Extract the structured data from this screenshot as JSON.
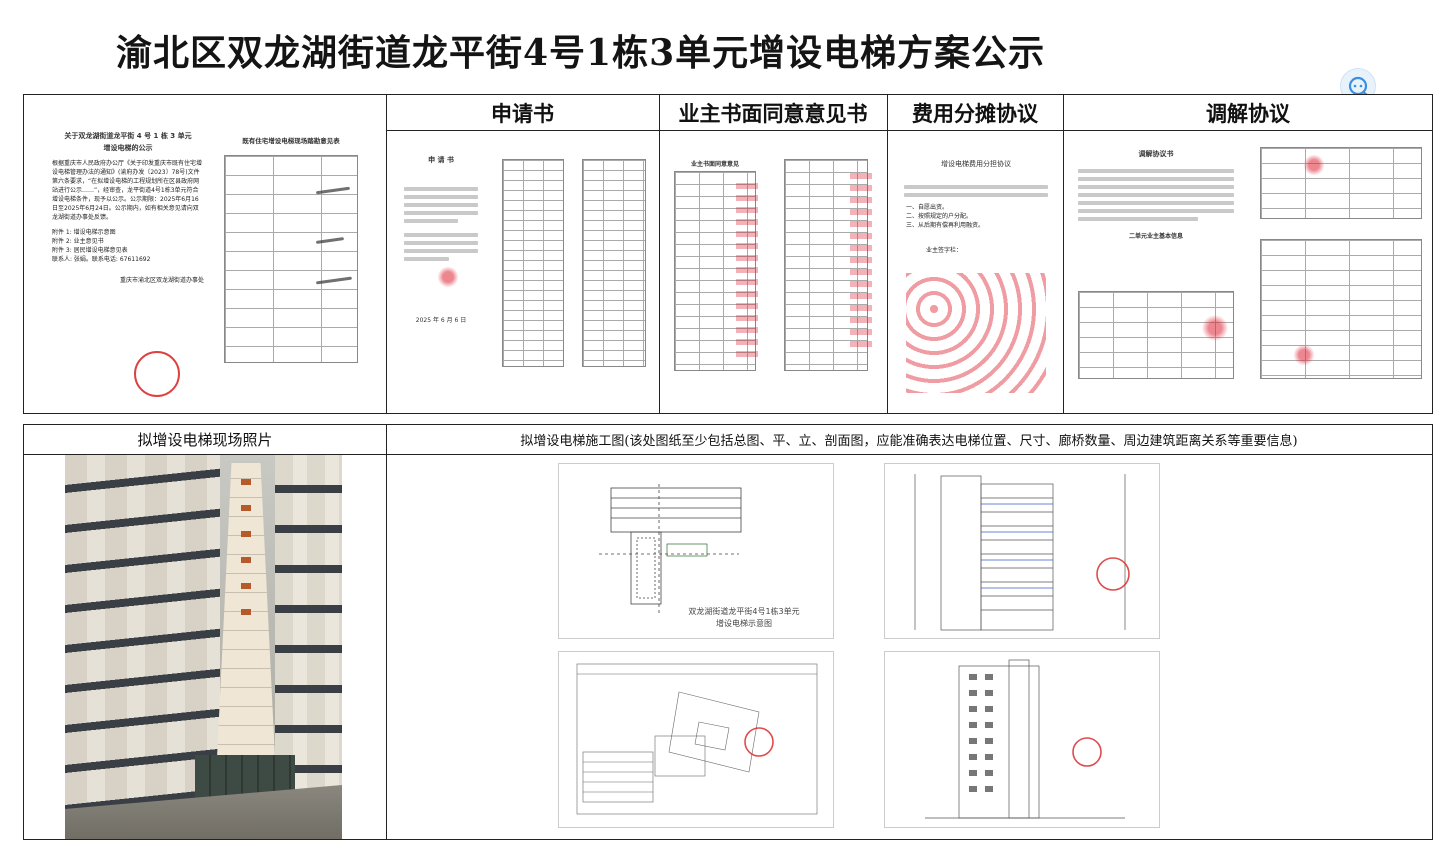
{
  "title": "渝北区双龙湖街道龙平街4号1栋3单元增设电梯方案公示",
  "top_columns": {
    "application": "申请书",
    "owner_consent": "业主书面同意意见书",
    "cost_sharing": "费用分摊协议",
    "mediation": "调解协议"
  },
  "bottom_sections": {
    "site_photo": "拟增设电梯现场照片",
    "construction_drawing": "拟增设电梯施工图(该处图纸至少包括总图、平、立、剖面图，应能准确表达电梯位置、尺寸、廊桥数量、周边建筑距离关系等重要信息)"
  },
  "notice_doc": {
    "heading_line1": "关于双龙湖街道龙平街 4 号 1 栋 3 单元",
    "heading_line2": "增设电梯的公示",
    "body": "根据重庆市人民政府办公厅《关于印发重庆市既有住宅增设电梯管理办法的通知》(渝府办发〔2023〕78号)文件第六条要求，“在拟增设电梯的工程规划所在区县政府网站进行公示……”，经审查，龙平街道4号1栋3单元符合增设电梯条件，现予以公示。公示期限：2025年6月16日至2025年6月24日。公示期内，如有相关意见请向双龙湖街道办事处反馈。",
    "attachment1": "附件 1: 增设电梯示意图",
    "attachment2": "附件 2: 业主意见书",
    "attachment3": "附件 3: 居民增设电梯意见表",
    "contact": "联系人: 张娟。联系电话: 67611692",
    "issuer": "重庆市渝北区双龙湖街道办事处"
  },
  "review_doc": {
    "heading": "既有住宅增设电梯现场踏勘意见表"
  },
  "application_doc": {
    "heading": "申 请 书",
    "date": "2025 年 6 月 6 日"
  },
  "consent_doc": {
    "heading": "业主书面同意意见"
  },
  "cost_doc": {
    "heading": "增设电梯费用分担协议",
    "items": [
      "一、自愿出资。",
      "二、按照规定的户分配。",
      "三、从后期有偿再利用融资。"
    ],
    "signers": "业主签字栏："
  },
  "mediation_doc": {
    "heading": "调解协议书",
    "table_title": "二单元业主基本信息"
  },
  "drawing_caption": {
    "line1": "双龙湖街道龙平街4号1栋3单元",
    "line2": "增设电梯示意图"
  }
}
